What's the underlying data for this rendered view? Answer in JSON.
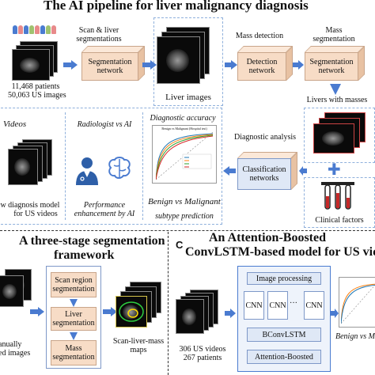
{
  "titles": {
    "main": "The AI pipeline for liver malignancy diagnosis",
    "section_b": "A three-stage segmentation",
    "section_b_2": "framework",
    "section_c": "An Attention-Boosted",
    "section_c_2": "ConvLSTM-based model for US vide",
    "section_c_letter": "C"
  },
  "top": {
    "patients": "11,468 patients",
    "images": "50,063 US images",
    "scan_seg_label_1": "Scan & liver",
    "scan_seg_label_2": "segmentations",
    "seg_network": "Segmentation network",
    "liver_images": "Liver images",
    "mass_detection": "Mass detection",
    "detection_network": "Detection network",
    "mass_segmentation_1": "Mass",
    "mass_segmentation_2": "segmentation",
    "seg_network_2": "Segmentation network",
    "livers_with_masses": "Livers with masses",
    "clinical_factors": "Clinical factors",
    "diagnostic_analysis": "Diagnostic analysis",
    "classification_networks": "Classification networks",
    "diagnostic_accuracy": "Diagnostic accuracy",
    "videos": "Videos",
    "new_model_1": "ew diagnosis model",
    "new_model_2": "for US videos",
    "radiologist_vs_ai": "Radiologist vs AI",
    "performance_1": "Performance",
    "performance_2": "enhancement by AI",
    "benign_vs_malignant": "Benign vs Malignant",
    "subtype": "subtype prediction",
    "roc_title": "Benign vs Malignant (Hospital test)"
  },
  "bottom_left": {
    "manually_1": "anually",
    "manually_2": "ed images",
    "stage1": "Scan region segmentation",
    "stage2": "Liver segmentation",
    "stage3": "Mass segmentation",
    "maps_1": "Scan-liver-mass",
    "maps_2": "maps"
  },
  "bottom_right": {
    "videos": "306 US videos",
    "patients": "267 patients",
    "image_processing": "Image processing",
    "cnn": "CNN",
    "ellipsis": "···",
    "bconvlstm": "BConvLSTM",
    "attention": "Attention-Boosted",
    "benign_vs_mali": "Benign vs Mali"
  },
  "colors": {
    "accent_blue": "#4a7bd0",
    "box_orange": "#f7dcc6",
    "box_blue": "#dfe8f6",
    "dash_blue": "#8fb0dc"
  }
}
